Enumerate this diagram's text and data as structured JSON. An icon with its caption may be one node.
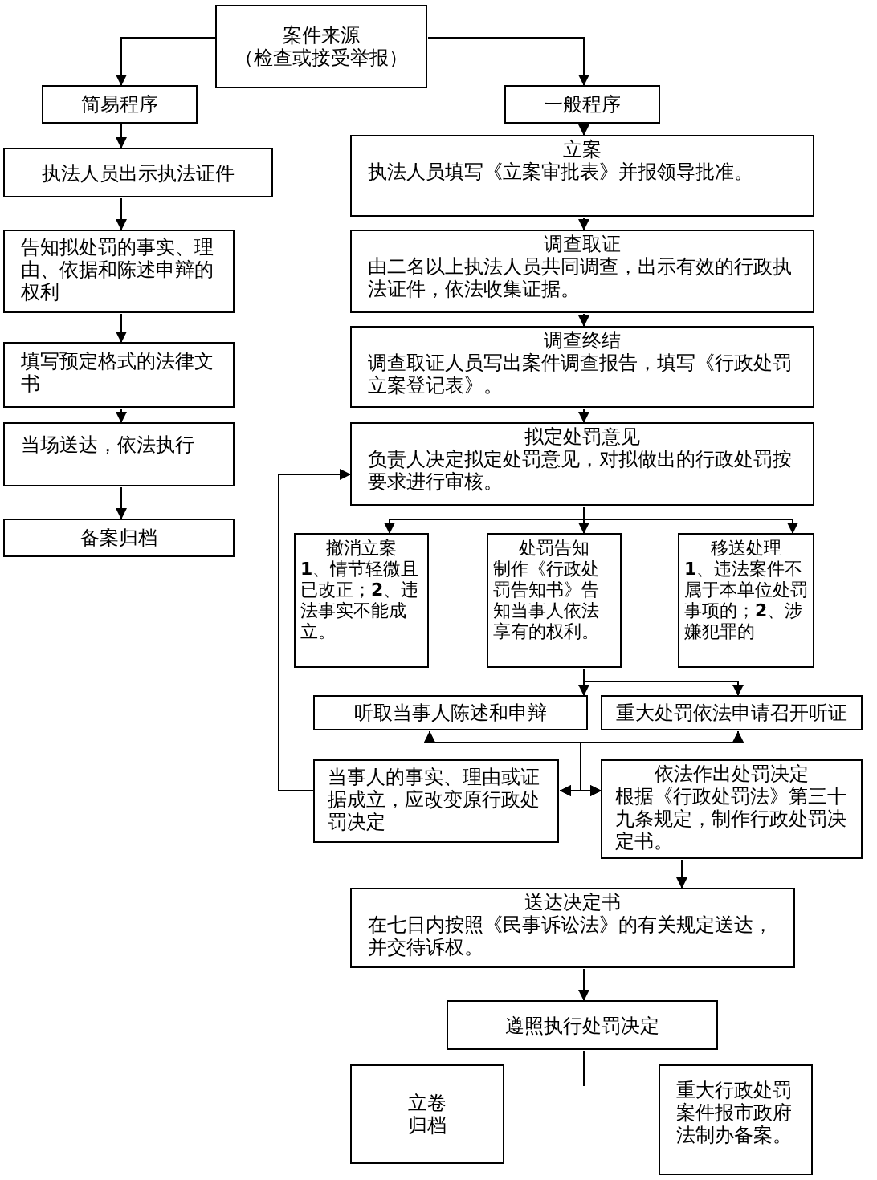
{
  "diagram": {
    "nodes": [
      {
        "text": [
          "案件来源",
          "（检查或接受举报）"
        ]
      },
      {
        "text": [
          "简易程序"
        ]
      },
      {
        "text": [
          "一般程序"
        ]
      },
      {
        "text": [
          "执法人员出示执法证件"
        ]
      },
      {
        "text": [
          "告知拟处罚的事实、理由、依据和陈述申辩的权利"
        ]
      },
      {
        "text": [
          "填写预定格式的法律文书"
        ]
      },
      {
        "text": [
          "当场送达，依法执行"
        ]
      },
      {
        "text": [
          "备案归档"
        ]
      },
      {
        "text": [
          "立案",
          "执法人员填写《立案审批表》并报领导批准。"
        ]
      },
      {
        "text": [
          "调查取证",
          "由二名以上执法人员共同调查，出示有效的行政执法证件，依法收集证据。"
        ]
      },
      {
        "text": [
          "调查终结",
          "调查取证人员写出案件调查报告，填写《行政处罚立案登记表》。"
        ]
      },
      {
        "text": [
          "拟定处罚意见",
          "负责人决定拟定处罚意见，对拟做出的行政处罚按要求进行审核。"
        ]
      },
      {
        "text": [
          "撤消立案",
          "**1**、情节轻微且已改正；**2**、违法事实不能成立。"
        ]
      },
      {
        "text": [
          "处罚告知",
          "制作《行政处罚告知书》告知当事人依法享有的权利。"
        ]
      },
      {
        "text": [
          "移送处理",
          "**1**、违法案件不属于本单位处罚事项的；**2**、涉嫌犯罪的"
        ]
      },
      {
        "text": [
          "听取当事人陈述和申辩"
        ]
      },
      {
        "text": [
          "重大处罚依法申请召开听证"
        ]
      },
      {
        "text": [
          "当事人的事实、理由或证据成立，应改变原行政处罚决定"
        ]
      },
      {
        "text": [
          "依法作出处罚决定",
          "根据《行政处罚法》第三十九条规定，制作行政处罚决定书。"
        ]
      },
      {
        "text": [
          "送达决定书",
          "在七日内按照《民事诉讼法》的有关规定送达，并交待诉权。"
        ]
      },
      {
        "text": [
          "遵照执行处罚决定"
        ]
      },
      {
        "text": [
          "立卷归档"
        ]
      },
      {
        "text": [
          "重大行政处罚案件报市政府法制办备案。"
        ]
      }
    ],
    "edges": [
      {
        "from": 0,
        "to": 1,
        "arrow": "to"
      },
      {
        "from": 0,
        "to": 2,
        "arrow": "to"
      },
      {
        "from": 1,
        "to": 3,
        "arrow": "to"
      },
      {
        "from": 3,
        "to": 4,
        "arrow": "to"
      },
      {
        "from": 4,
        "to": 5,
        "arrow": "to"
      },
      {
        "from": 5,
        "to": 6,
        "arrow": "to"
      },
      {
        "from": 6,
        "to": 7,
        "arrow": "to"
      },
      {
        "from": 2,
        "to": 8,
        "arrow": "to"
      },
      {
        "from": 8,
        "to": 9,
        "arrow": "to"
      },
      {
        "from": 9,
        "to": 10,
        "arrow": "to"
      },
      {
        "from": 10,
        "to": 11,
        "arrow": "to"
      },
      {
        "from": 11,
        "to": 12,
        "arrow": "to"
      },
      {
        "from": 11,
        "to": 13,
        "arrow": "to"
      },
      {
        "from": 11,
        "to": 14,
        "arrow": "to"
      },
      {
        "from": 13,
        "to": 15,
        "arrow": "to"
      },
      {
        "from": 13,
        "to": 16,
        "arrow": "to"
      },
      {
        "from": 15,
        "to": 17,
        "arrow": "both"
      },
      {
        "from": 15,
        "to": 18,
        "arrow": "both"
      },
      {
        "from": 16,
        "to": 17,
        "arrow": "both"
      },
      {
        "from": 16,
        "to": 18,
        "arrow": "both"
      },
      {
        "from": 17,
        "to": 11,
        "arrow": "to"
      },
      {
        "from": 18,
        "to": 19,
        "arrow": "to"
      },
      {
        "from": 19,
        "to": 20,
        "arrow": "to"
      },
      {
        "from": 20,
        "to": null,
        "arrow": "none"
      }
    ]
  }
}
